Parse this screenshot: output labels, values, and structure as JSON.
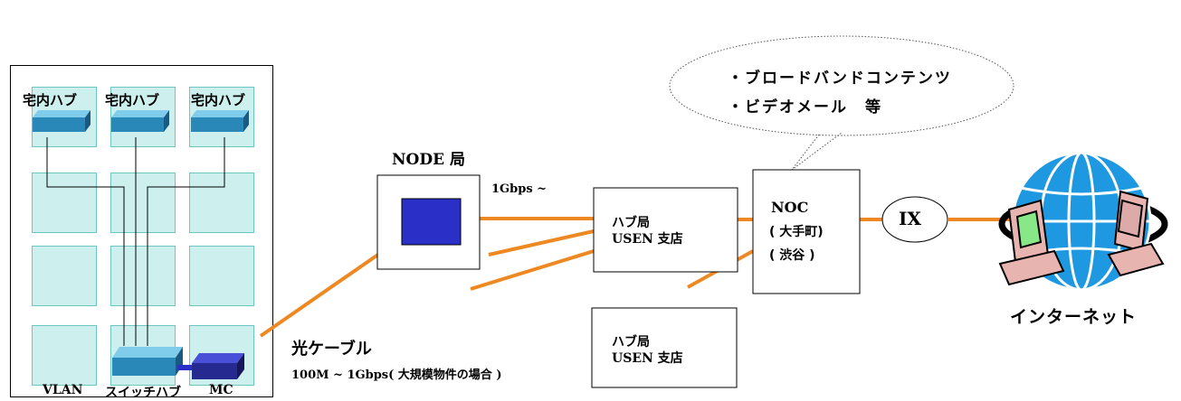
{
  "building": {
    "home_hub_label": "宅内ハブ",
    "vlan_label": "VLAN",
    "switch_hub_label": "スイッチハブ",
    "mc_label": "MC"
  },
  "cable": {
    "title": "光ケーブル",
    "speed": "100M ~ 1Gbps( 大規模物件の場合 )"
  },
  "node": {
    "label": "NODE 局",
    "speed": "1Gbps ~"
  },
  "hub_station": {
    "line1": "ハブ局",
    "line2": "USEN 支店"
  },
  "noc": {
    "line1": "NOC",
    "line2": "( 大手町)",
    "line3": "( 渋谷 )"
  },
  "ix": {
    "label": "IX"
  },
  "internet": {
    "label": "インターネット"
  },
  "callout": {
    "line1": "・ブロードバンドコンテンツ",
    "line2": "・ビデオメール　等"
  },
  "colors": {
    "cable": "#ee8822",
    "room_fill": "#cdf0ee",
    "room_border": "#6cc7c0",
    "node_device": "#2a2fc8",
    "hub_device": "#2a88b8",
    "globe": "#1e98e0"
  }
}
